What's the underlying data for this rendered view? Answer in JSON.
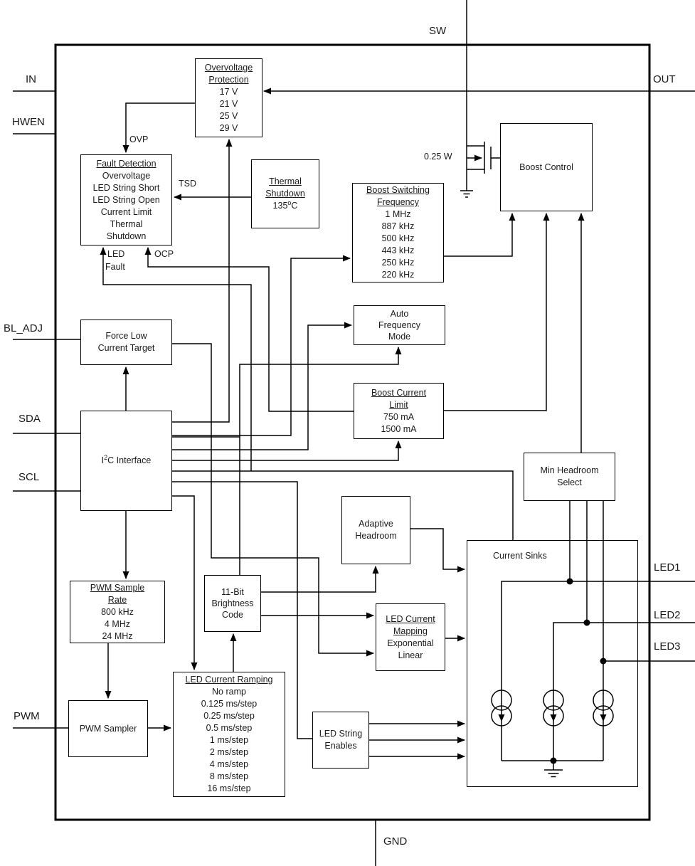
{
  "pins": {
    "in": "IN",
    "hwen": "HWEN",
    "bl_adj": "BL_ADJ",
    "sda": "SDA",
    "scl": "SCL",
    "pwm": "PWM",
    "sw": "SW",
    "out": "OUT",
    "gnd": "GND",
    "led1": "LED1",
    "led2": "LED2",
    "led3": "LED3"
  },
  "signals": {
    "ovp": "OVP",
    "tsd": "TSD",
    "ocp": "OCP",
    "led_fault_line1": "LED",
    "led_fault_line2": "Fault",
    "fet_label": "0.25 W"
  },
  "blocks": {
    "overvoltage_protection": {
      "title_lines": [
        "Overvoltage",
        "Protection"
      ],
      "items": [
        "17 V",
        "21 V",
        "25 V",
        "29 V"
      ]
    },
    "fault_detection": {
      "title_lines": [
        "Fault Detection"
      ],
      "items": [
        "Overvoltage",
        "LED String Short",
        "LED String Open",
        "Current Limit",
        "Thermal",
        "Shutdown"
      ]
    },
    "thermal_shutdown": {
      "title_lines": [
        "Thermal",
        "Shutdown"
      ],
      "value_pre": "135",
      "value_sup": "o",
      "value_post": "C"
    },
    "boost_switching_frequency": {
      "title_lines": [
        "Boost Switching",
        "Frequency"
      ],
      "items": [
        "1 MHz",
        "887 kHz",
        "500 kHz",
        "443 kHz",
        "250 kHz",
        "220 kHz"
      ]
    },
    "auto_frequency_mode": {
      "lines": [
        "Auto",
        "Frequency",
        "Mode"
      ]
    },
    "boost_control": {
      "label": "Boost Control"
    },
    "boost_current_limit": {
      "title_lines": [
        "Boost Current",
        "Limit"
      ],
      "items": [
        "750 mA",
        "1500 mA"
      ]
    },
    "min_headroom_select": {
      "lines": [
        "Min Headroom",
        "Select"
      ]
    },
    "force_low_current_target": {
      "lines": [
        "Force Low",
        "Current Target"
      ]
    },
    "i2c_interface": {
      "pre": "I",
      "sup": "2",
      "post": "C Interface"
    },
    "adaptive_headroom": {
      "lines": [
        "Adaptive",
        "Headroom"
      ]
    },
    "led_current_mapping": {
      "title_lines": [
        "LED Current",
        "Mapping"
      ],
      "items": [
        "Exponential",
        "Linear"
      ]
    },
    "pwm_sample_rate": {
      "title_lines": [
        "PWM Sample",
        "Rate"
      ],
      "items": [
        "800 kHz",
        "4 MHz",
        "24 MHz"
      ]
    },
    "brightness_code": {
      "lines": [
        "11-Bit",
        "Brightness",
        "Code"
      ]
    },
    "pwm_sampler": {
      "lines": [
        "PWM Sampler"
      ]
    },
    "led_current_ramping": {
      "title_lines": [
        "LED Current Ramping"
      ],
      "items": [
        "No ramp",
        "0.125 ms/step",
        "0.25 ms/step",
        "0.5 ms/step",
        "1 ms/step",
        "2 ms/step",
        "4 ms/step",
        "8 ms/step",
        "16 ms/step"
      ]
    },
    "led_string_enables": {
      "lines": [
        "LED String",
        "Enables"
      ]
    },
    "current_sinks": {
      "label": "Current Sinks"
    }
  }
}
